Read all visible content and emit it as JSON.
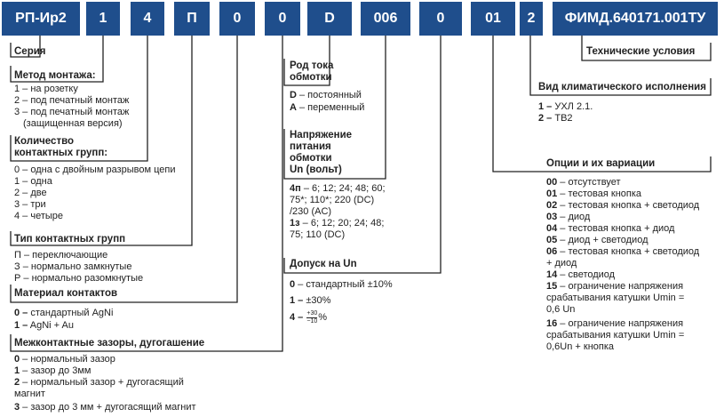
{
  "codes": [
    "РП-Ир2",
    "1",
    "4",
    "П",
    "0",
    "0",
    "D",
    "006",
    "0",
    "01",
    "2",
    "ФИМД.640171.001ТУ"
  ],
  "series": {
    "title": "Серия"
  },
  "mounting": {
    "title": "Метод монтажа:",
    "items": [
      "1 – на розетку",
      "2 – под печатный монтаж",
      "3 – под печатный монтаж",
      "(защищенная версия)"
    ]
  },
  "groups_count": {
    "title_line1": "Количество",
    "title_line2": "контактных групп:",
    "items": [
      "0 – одна с двойным разрывом цепи",
      "1 – одна",
      "2 – две",
      "3 – три",
      "4 – четыре"
    ]
  },
  "contact_type": {
    "title": "Тип контактных групп",
    "items": [
      "П – переключающие",
      "З – нормально замкнутые",
      "Р – нормально разомкнутые"
    ]
  },
  "material": {
    "title": "Материал контактов",
    "items": [
      {
        "code": "0 –",
        "text": " стандартный AgNi"
      },
      {
        "code": "1 –",
        "text": " AgNi + Au"
      }
    ]
  },
  "gaps": {
    "title": "Межконтактные зазоры, дугогашение",
    "items": [
      {
        "code": "0",
        "text": " – нормальный зазор"
      },
      {
        "code": "1",
        "text": " – зазор до 3мм"
      },
      {
        "code": "2",
        "text": " – нормальный зазор + дугогасящий"
      },
      {
        "code": "",
        "text": "магнит"
      },
      {
        "code": "3",
        "text": " – зазор до 3 мм + дугогасящий магнит"
      }
    ]
  },
  "current_type": {
    "title_line1": "Род тока",
    "title_line2": "обмотки",
    "items": [
      {
        "code": "D",
        "text": " – постоянный"
      },
      {
        "code": "А",
        "text": " – переменный"
      }
    ]
  },
  "voltage": {
    "title_lines": [
      "Напряжение",
      "питания",
      "обмотки",
      "Un (вольт)"
    ],
    "items": [
      {
        "code": "4п",
        "text": " – 6; 12; 24; 48; 60;"
      },
      {
        "code": "",
        "text": "75*; 110*; 220 (DC)"
      },
      {
        "code": "",
        "text": "/230 (AC)"
      },
      {
        "code": "1з",
        "text": " – 6; 12; 20; 24; 48;"
      },
      {
        "code": "",
        "text": "75; 110 (DC)"
      }
    ]
  },
  "tolerance": {
    "title": "Допуск на Un",
    "item0_code": "0",
    "item0_text": " – стандартный ±10%",
    "item1_code": "1 –",
    "item1_text": " ±30%",
    "item2_code": "4 –",
    "item2_num": "+30",
    "item2_den": "−10",
    "item2_unit": "%"
  },
  "options": {
    "title": "Опции и их вариации",
    "items": [
      {
        "code": "00",
        "text": " – отсутствует"
      },
      {
        "code": "01",
        "text": " – тестовая кнопка"
      },
      {
        "code": "02",
        "text": " – тестовая кнопка + светодиод"
      },
      {
        "code": "03",
        "text": " – диод"
      },
      {
        "code": "04",
        "text": " – тестовая кнопка + диод"
      },
      {
        "code": "05",
        "text": " – диод + светодиод"
      },
      {
        "code": "06",
        "text": " – тестовая кнопка + светодиод"
      },
      {
        "code": "",
        "text": "+ диод"
      },
      {
        "code": "14",
        "text": " – светодиод"
      },
      {
        "code": "15",
        "text": " – ограничение напряжения"
      },
      {
        "code": "",
        "text": "срабатывания катушки Umin ="
      },
      {
        "code": "",
        "text": "0,6 Un"
      },
      {
        "code": "16",
        "text": " – ограничение напряжения"
      },
      {
        "code": "",
        "text": "срабатывания катушки Umin ="
      },
      {
        "code": "",
        "text": "0,6Un + кнопка"
      }
    ]
  },
  "climate": {
    "title": "Вид климатического исполнения",
    "items": [
      {
        "code": "1 –",
        "text": " УХЛ 2.1."
      },
      {
        "code": "2 –",
        "text": " ТВ2"
      }
    ]
  },
  "specs": {
    "title": "Технические условия"
  }
}
